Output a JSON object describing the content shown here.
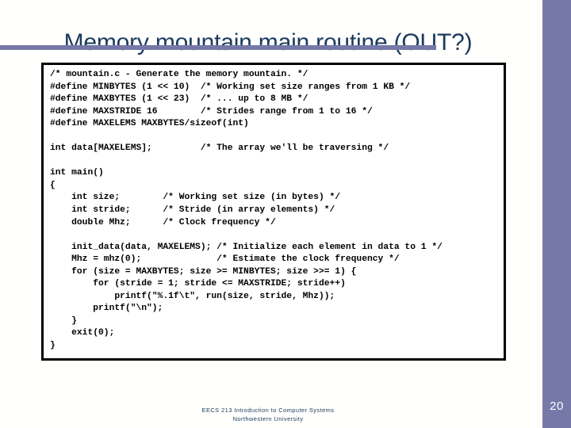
{
  "slide": {
    "title": "Memory mountain main routine (OUT?)",
    "page_number": "20",
    "accent_color": "#7679a8",
    "title_color": "#1b3a5c",
    "background_color": "#fffffd"
  },
  "code_block": {
    "language": "c",
    "border_color": "#000000",
    "text": "/* mountain.c - Generate the memory mountain. */\n#define MINBYTES (1 << 10)  /* Working set size ranges from 1 KB */\n#define MAXBYTES (1 << 23)  /* ... up to 8 MB */\n#define MAXSTRIDE 16        /* Strides range from 1 to 16 */\n#define MAXELEMS MAXBYTES/sizeof(int)\n\nint data[MAXELEMS];         /* The array we'll be traversing */\n\nint main()\n{\n    int size;        /* Working set size (in bytes) */\n    int stride;      /* Stride (in array elements) */\n    double Mhz;      /* Clock frequency */\n\n    init_data(data, MAXELEMS); /* Initialize each element in data to 1 */\n    Mhz = mhz(0);              /* Estimate the clock frequency */\n    for (size = MAXBYTES; size >= MINBYTES; size >>= 1) {\n        for (stride = 1; stride <= MAXSTRIDE; stride++)\n            printf(\"%.1f\\t\", run(size, stride, Mhz));\n        printf(\"\\n\");\n    }\n    exit(0);\n}",
    "lines": [
      "/* mountain.c - Generate the memory mountain. */",
      "#define MINBYTES (1 << 10)  /* Working set size ranges from 1 KB */",
      "#define MAXBYTES (1 << 23)  /* ... up to 8 MB */",
      "#define MAXSTRIDE 16        /* Strides range from 1 to 16 */",
      "#define MAXELEMS MAXBYTES/sizeof(int)",
      "",
      "int data[MAXELEMS];         /* The array we'll be traversing */",
      "",
      "int main()",
      "{",
      "    int size;        /* Working set size (in bytes) */",
      "    int stride;      /* Stride (in array elements) */",
      "    double Mhz;      /* Clock frequency */",
      "",
      "    init_data(data, MAXELEMS); /* Initialize each element in data to 1 */",
      "    Mhz = mhz(0);              /* Estimate the clock frequency */",
      "    for (size = MAXBYTES; size >= MINBYTES; size >>= 1) {",
      "        for (stride = 1; stride <= MAXSTRIDE; stride++)",
      "            printf(\"%.1f\\t\", run(size, stride, Mhz));",
      "        printf(\"\\n\");",
      "    }",
      "    exit(0);",
      "}"
    ]
  },
  "footer": {
    "course": "EECS 213 Introduction to Computer Systems",
    "institution": "Northwestern University"
  }
}
